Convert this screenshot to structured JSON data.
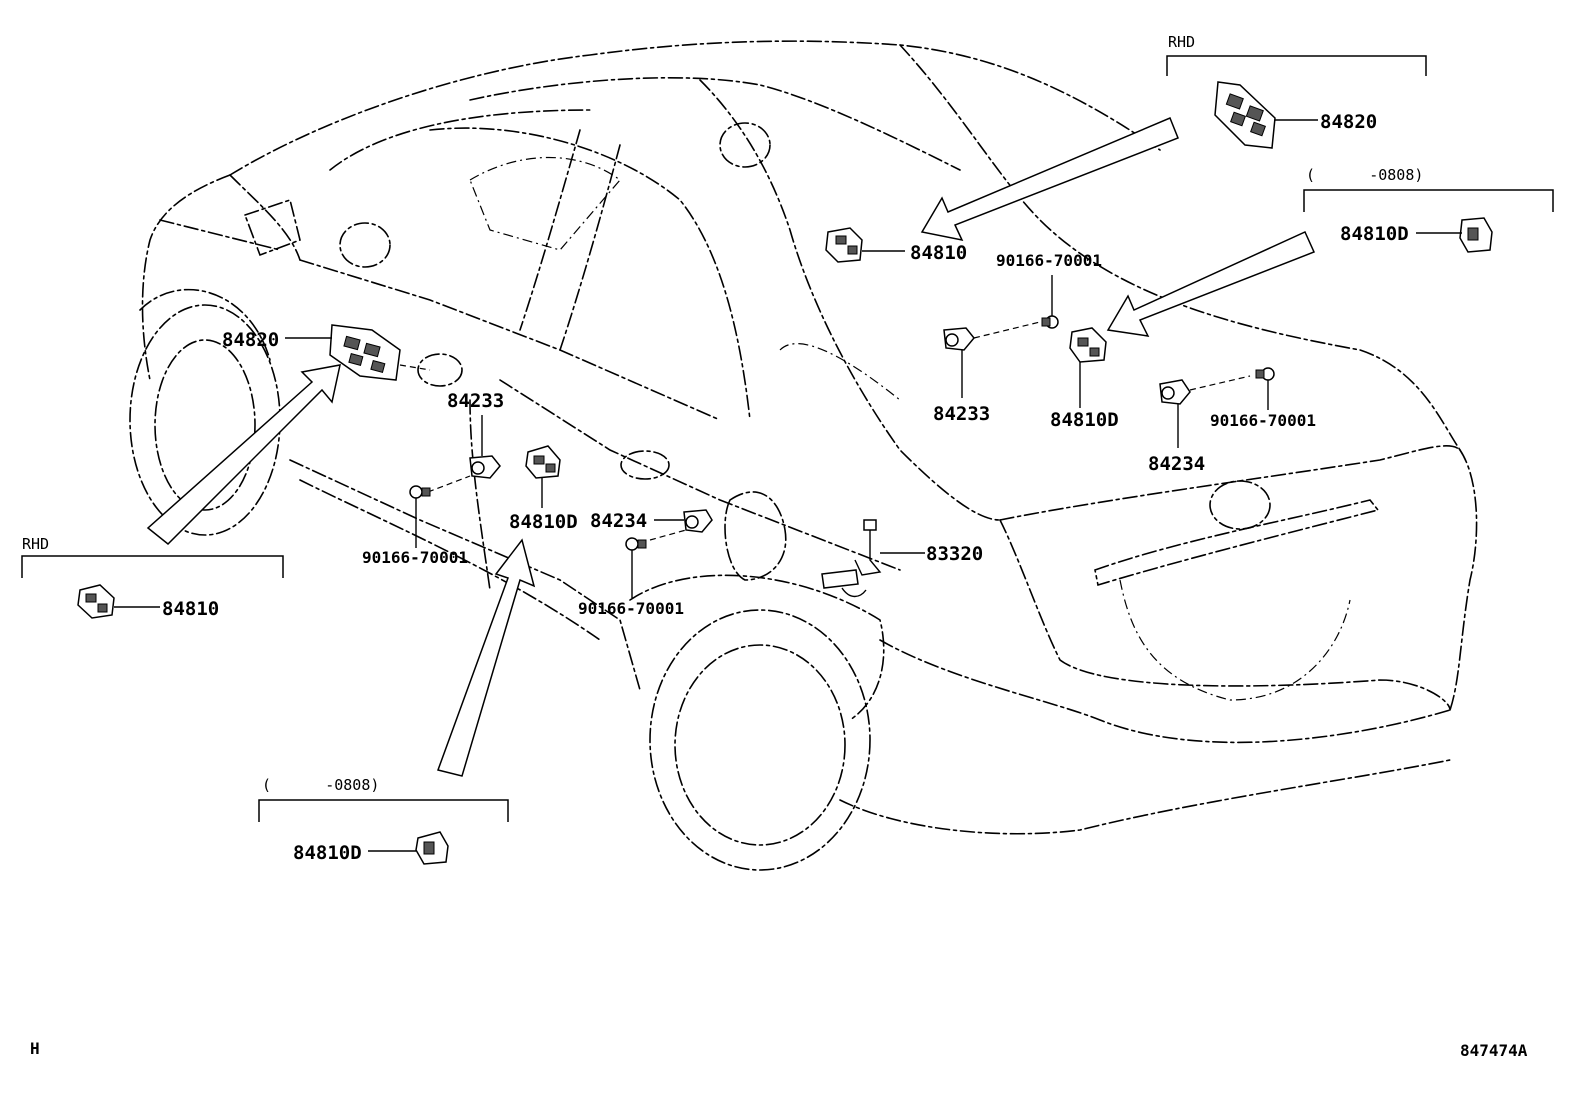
{
  "labels": {
    "p84820_main": "84820",
    "p84820_rhd": "84820",
    "p84810_main": "84810",
    "p84810_rhd": "84810",
    "p84810D_door_front": "84810D",
    "p84810D_door_rear": "84810D",
    "p84810D_box_right": "84810D",
    "p84810D_box_left": "84810D",
    "p84233_front": "84233",
    "p84233_rear": "84233",
    "p84234_front": "84234",
    "p84234_rear": "84234",
    "p83320": "83320",
    "screw_a": "90166-70001",
    "screw_b": "90166-70001",
    "screw_c": "90166-70001",
    "screw_d": "90166-70001"
  },
  "notes": {
    "rhd_top": "RHD",
    "rhd_left": "RHD",
    "date_right": "(      -0808)",
    "date_left": "(      -0808)"
  },
  "footer": {
    "left_code": "H",
    "diagram_code": "847474A"
  }
}
